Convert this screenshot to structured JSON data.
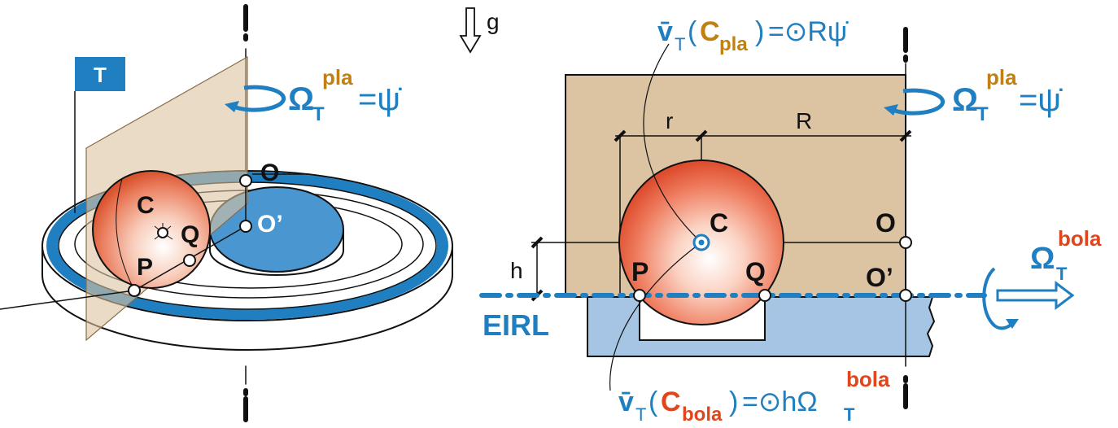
{
  "gravity": {
    "symbol": "g"
  },
  "left_view": {
    "plane_tag": "T",
    "omega": {
      "symbol": "Ω",
      "sub": "T",
      "sup": "pla",
      "rhs": "=ψ̇"
    },
    "points": {
      "O": "O",
      "O_prime": "O’",
      "C": "C",
      "Q": "Q",
      "P": "P"
    }
  },
  "right_view": {
    "vel_plate": {
      "v": "v̄",
      "sub": "T",
      "open": "(",
      "name": "C",
      "name_sub": "pla",
      "close": ")",
      "rhs": "=⊙Rψ̇"
    },
    "omega_plate": {
      "symbol": "Ω",
      "sub": "T",
      "sup": "pla",
      "rhs": "=ψ̇"
    },
    "dims": {
      "r": "r",
      "R": "R",
      "h": "h"
    },
    "points": {
      "C": "C",
      "P": "P",
      "Q": "Q",
      "O": "O",
      "O_prime": "O’"
    },
    "eirl_label": "EIRL",
    "omega_ball": {
      "symbol": "Ω",
      "sub": "T",
      "sup": "bola"
    },
    "vel_ball": {
      "v": "v̄",
      "sub": "T",
      "open": "(",
      "name": "C",
      "name_sub": "bola",
      "close": ")",
      "rhs": "=⊙hΩ",
      "omega_sub": "T",
      "omega_sup": "bola"
    }
  },
  "colors": {
    "blue": "#1f7fc0",
    "plate_tan": "#dcc3a2",
    "base_blue": "#a6c4e3",
    "ball_red": "#e8543a",
    "label_orange": "#c08012",
    "label_red": "#e0451b"
  }
}
